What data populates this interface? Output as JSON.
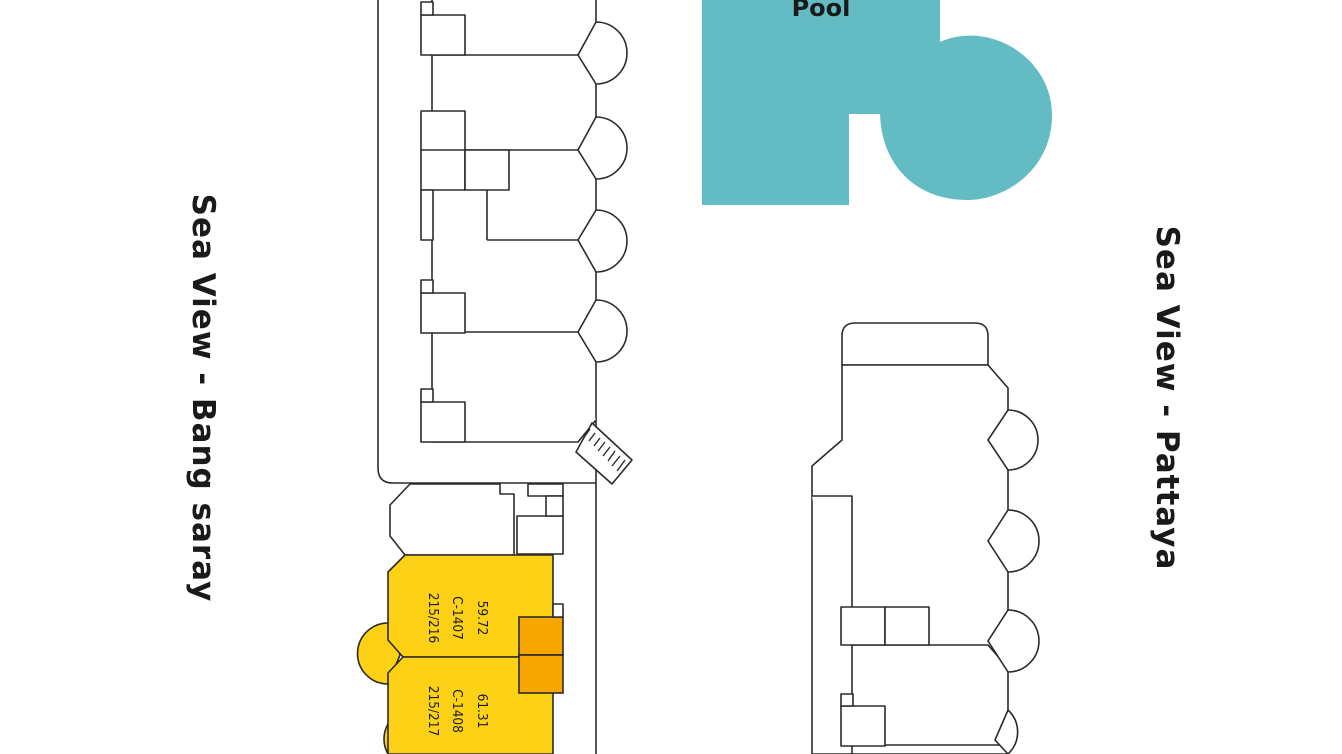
{
  "map": {
    "pool_label": "Pool",
    "left_view_label": "Sea View - Bang saray",
    "right_view_label": "Sea View - Pattaya",
    "units": [
      {
        "area": "59.72",
        "code": "C-1407",
        "number": "215/216"
      },
      {
        "area": "61.31",
        "code": "C-1408",
        "number": "215/217"
      }
    ]
  },
  "colors": {
    "pool": "#63bcc4",
    "highlight_unit": "#fcd116",
    "highlight_accent": "#f7a600",
    "walls": "#2b2b2b"
  }
}
